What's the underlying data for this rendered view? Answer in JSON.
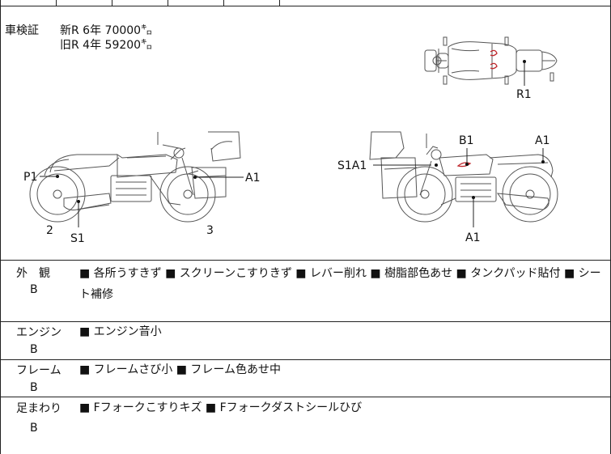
{
  "inspection": {
    "label": "車検証",
    "new_line": "新R  6年  70000㌔",
    "old_line": "旧R  4年  59200㌔"
  },
  "diagram_markers": {
    "top": [
      "R1"
    ],
    "left": [
      "P1",
      "A1",
      "2",
      "S1",
      "3"
    ],
    "right": [
      "S1A1",
      "B1",
      "A1",
      "A1"
    ]
  },
  "sections": [
    {
      "label": "外　観",
      "grade": "B",
      "items": "■ 各所うすきず ■ スクリーンこすりきず ■ レバー削れ ■ 樹脂部色あせ ■ タンクパッド貼付 ■ シート補修"
    },
    {
      "label": "エンジン",
      "grade": "B",
      "items": "■ エンジン音小"
    },
    {
      "label": "フレーム",
      "grade": "B",
      "items": "■ フレームさび小 ■ フレーム色あせ中"
    },
    {
      "label": "足まわり",
      "grade": "B",
      "items": "■ Fフォークこすりキズ ■ Fフォークダストシールひび"
    }
  ]
}
